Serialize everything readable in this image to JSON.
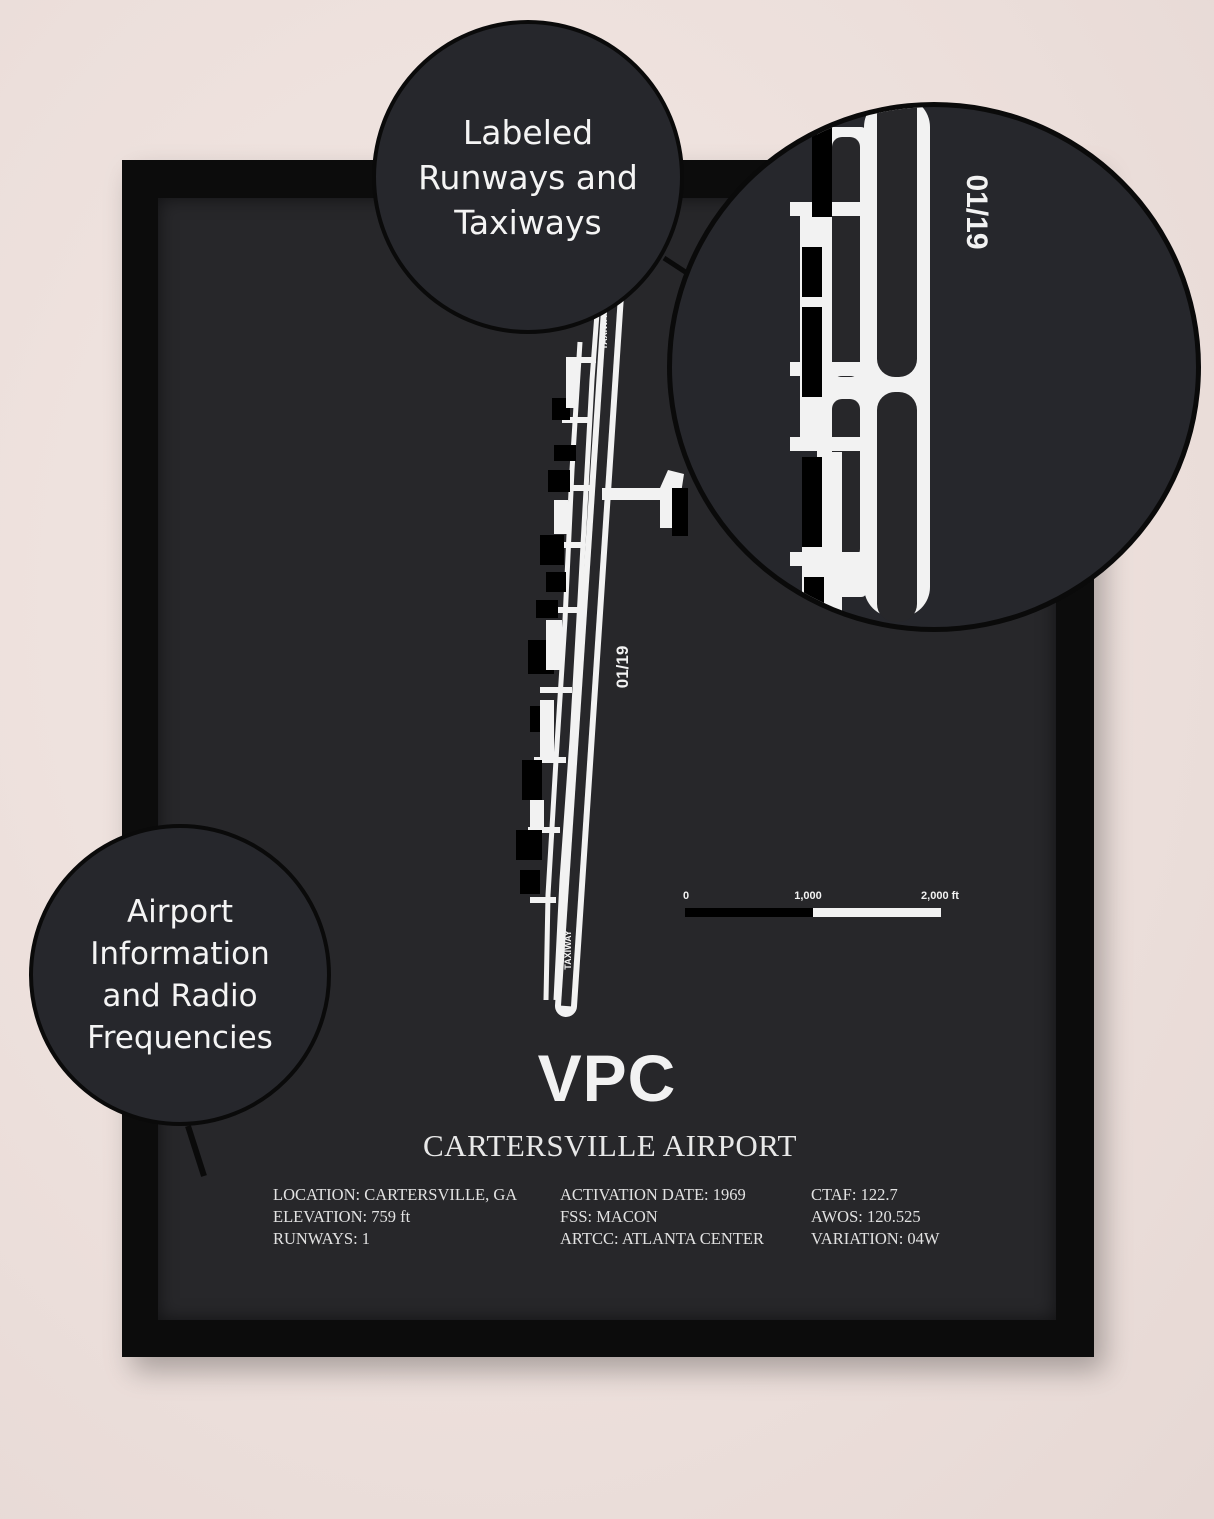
{
  "poster": {
    "airport_code": "VPC",
    "airport_name": "CARTERSVILLE AIRPORT",
    "runway_label": "01/19",
    "taxiway_label": "TAXIWAY",
    "scale_bar": {
      "tick_0": "0",
      "tick_1": "1,000",
      "tick_2": "2,000 ft"
    },
    "info": {
      "column_1": [
        "LOCATION: CARTERSVILLE, GA",
        "ELEVATION: 759 ft",
        "RUNWAYS: 1"
      ],
      "column_2": [
        "ACTIVATION DATE: 1969",
        "FSS: MACON",
        "ARTCC: ATLANTA CENTER"
      ],
      "column_3": [
        "CTAF: 122.7",
        "AWOS: 120.525",
        "VARIATION: 04W"
      ]
    }
  },
  "callouts": {
    "runways": [
      "Labeled",
      "Runways and",
      "Taxiways"
    ],
    "info": [
      "Airport",
      "Information",
      "and Radio",
      "Frequencies"
    ],
    "zoom_runway_label": "01/19"
  },
  "colors": {
    "wall": "#efe3df",
    "frame": "#0c0c0c",
    "poster_background": "#27272a",
    "map_lines": "#f2f2f2",
    "buildings": "#000000"
  }
}
